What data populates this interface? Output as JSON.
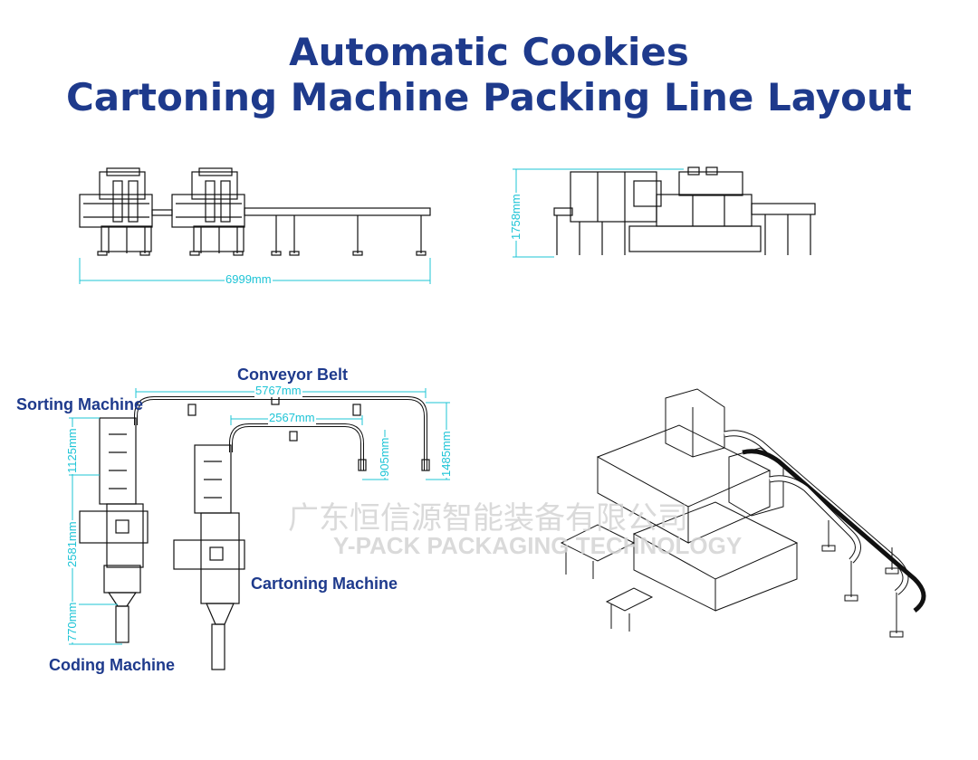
{
  "title": {
    "line1": "Automatic Cookies",
    "line2": "Cartoning Machine Packing Line Layout"
  },
  "labels": {
    "conveyor_belt": "Conveyor Belt",
    "sorting_machine": "Sorting Machine",
    "cartoning_machine": "Cartoning Machine",
    "coding_machine": "Coding Machine"
  },
  "dimensions": {
    "front_length": "6999mm",
    "side_height": "1758mm",
    "belt_outer_length": "5767mm",
    "belt_inner_length": "2567mm",
    "belt_outer_depth": "1485mm",
    "belt_inner_depth": "905mm",
    "sorting_length": "1125mm",
    "machine_length": "2581mm",
    "coding_length": "770mm"
  },
  "watermark": {
    "chinese": "广东恒信源智能装备有限公司",
    "english": "Y-PACK PACKAGING TECHNOLOGY"
  },
  "colors": {
    "title": "#1e3a8c",
    "dimension": "#1ec4d6",
    "drawing": "#111111"
  }
}
